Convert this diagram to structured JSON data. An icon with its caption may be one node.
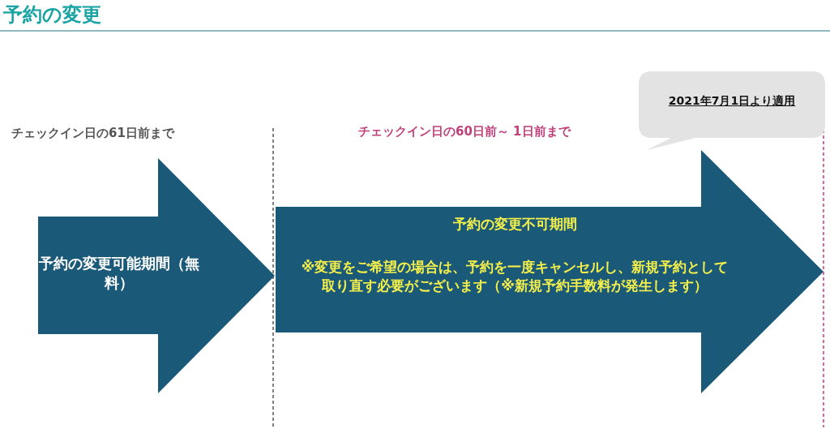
{
  "diagram": {
    "title": "予約の変更",
    "nodes": [
      {
        "text": [
          "予約の変更可能期間（無料）"
        ],
        "beside": [
          "チェックイン日の61日前まで"
        ]
      },
      {
        "text": [
          "予約の変更不可期間",
          "※変更をご希望の場合は、予約を一度キャンセルし、新規予約として取り直す必要がございます（※新規予約手数料が発生します）"
        ],
        "beside": [
          "チェックイン日の60日前～ 1日前まで"
        ]
      },
      {
        "text": [
          "2021年7月1日より適用"
        ]
      }
    ]
  }
}
